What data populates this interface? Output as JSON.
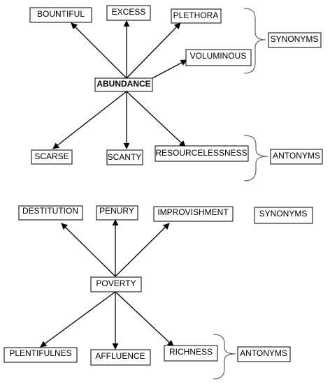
{
  "diagram_top": {
    "center": "ABUNDANCE",
    "synonyms": [
      "BOUNTIFUL",
      "EXCESS",
      "PLETHORA",
      "VOLUMINOUS"
    ],
    "synonyms_label": "SYNONYMS",
    "antonyms": [
      "SCARSE",
      "SCANTY",
      "RESOURCELESSNESS"
    ],
    "antonyms_label": "ANTONYMS"
  },
  "diagram_bottom": {
    "center": "POVERTY",
    "synonyms": [
      "DESTITUTION",
      "PENURY",
      "IMPROVISHMENT"
    ],
    "synonyms_label": "SYNONYMS",
    "antonyms": [
      "PLENTIFULNES",
      "AFFLUENCE",
      "RICHNESS"
    ],
    "antonyms_label": "ANTONYMS"
  },
  "colors": {
    "line": "#000000",
    "brace": "#555555",
    "box_border": "#000000",
    "background": "#ffffff"
  }
}
